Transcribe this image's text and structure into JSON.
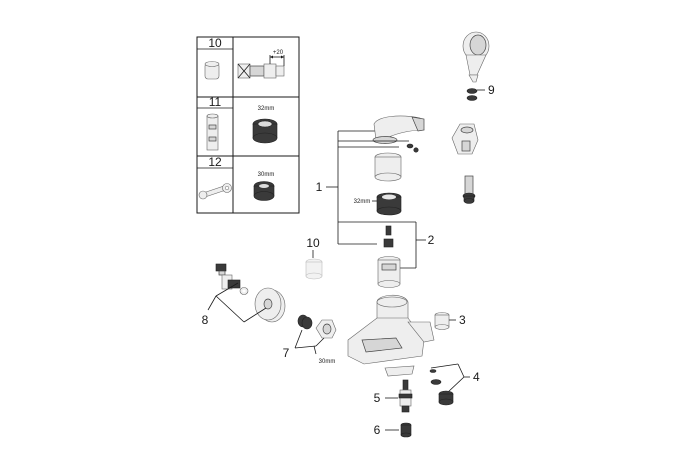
{
  "inset": {
    "rows": [
      {
        "number": "10",
        "dimension": "+20"
      },
      {
        "number": "11",
        "dimension": "32mm"
      },
      {
        "number": "12",
        "dimension": "30mm"
      }
    ]
  },
  "callouts": {
    "c1": "1",
    "c2": "2",
    "c3": "3",
    "c4": "4",
    "c5": "5",
    "c6": "6",
    "c7": "7",
    "c8": "8",
    "c9": "9",
    "c10": "10"
  },
  "dimensions": {
    "cartridge": "32mm",
    "nut": "30mm"
  }
}
